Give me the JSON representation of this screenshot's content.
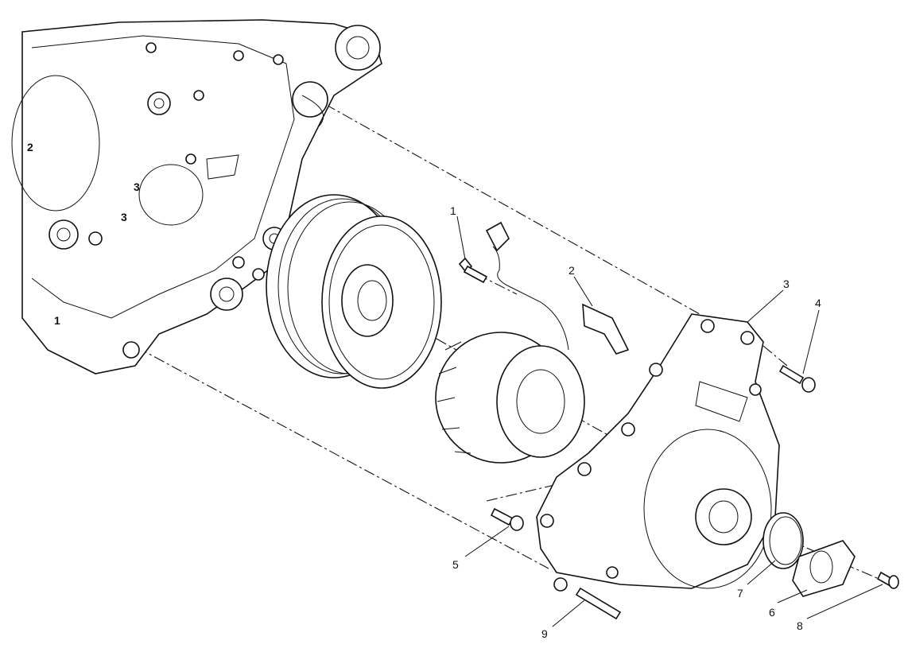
{
  "diagram": {
    "callouts": [
      {
        "id": "1",
        "label": "1"
      },
      {
        "id": "2",
        "label": "2"
      },
      {
        "id": "3",
        "label": "3"
      },
      {
        "id": "4",
        "label": "4"
      },
      {
        "id": "5",
        "label": "5"
      },
      {
        "id": "6",
        "label": "6"
      },
      {
        "id": "7",
        "label": "7"
      },
      {
        "id": "8",
        "label": "8"
      },
      {
        "id": "9",
        "label": "9"
      }
    ],
    "case_markings": [
      "2",
      "3",
      "3",
      "1"
    ]
  }
}
